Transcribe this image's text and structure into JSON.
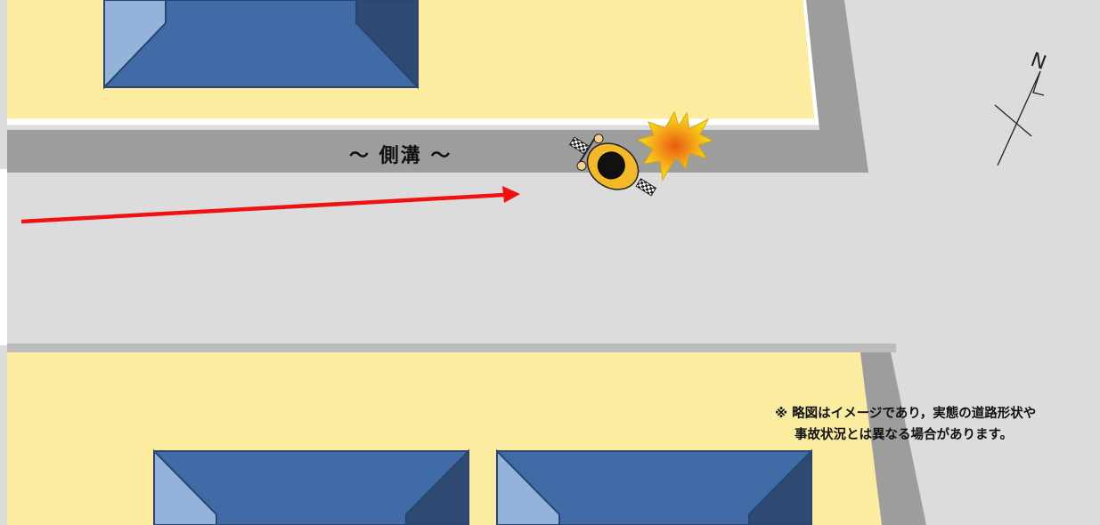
{
  "diagram": {
    "ditch_label": "～ 側溝 ～",
    "compass_letter": "N",
    "note_line1": "※ 略図はイメージであり，実態の道路形状や",
    "note_line2": "事故状況とは異なる場合があります。"
  },
  "colors": {
    "lot": "#fbeca0",
    "road": "#dcdcdc",
    "ditch": "#9d9d9d",
    "roof_main": "#416ba7",
    "roof_left": "#93b3db",
    "roof_right": "#2e4a73",
    "arrow": "#f01212",
    "rider_body": "#f3b928",
    "impact": "#f7e012"
  }
}
